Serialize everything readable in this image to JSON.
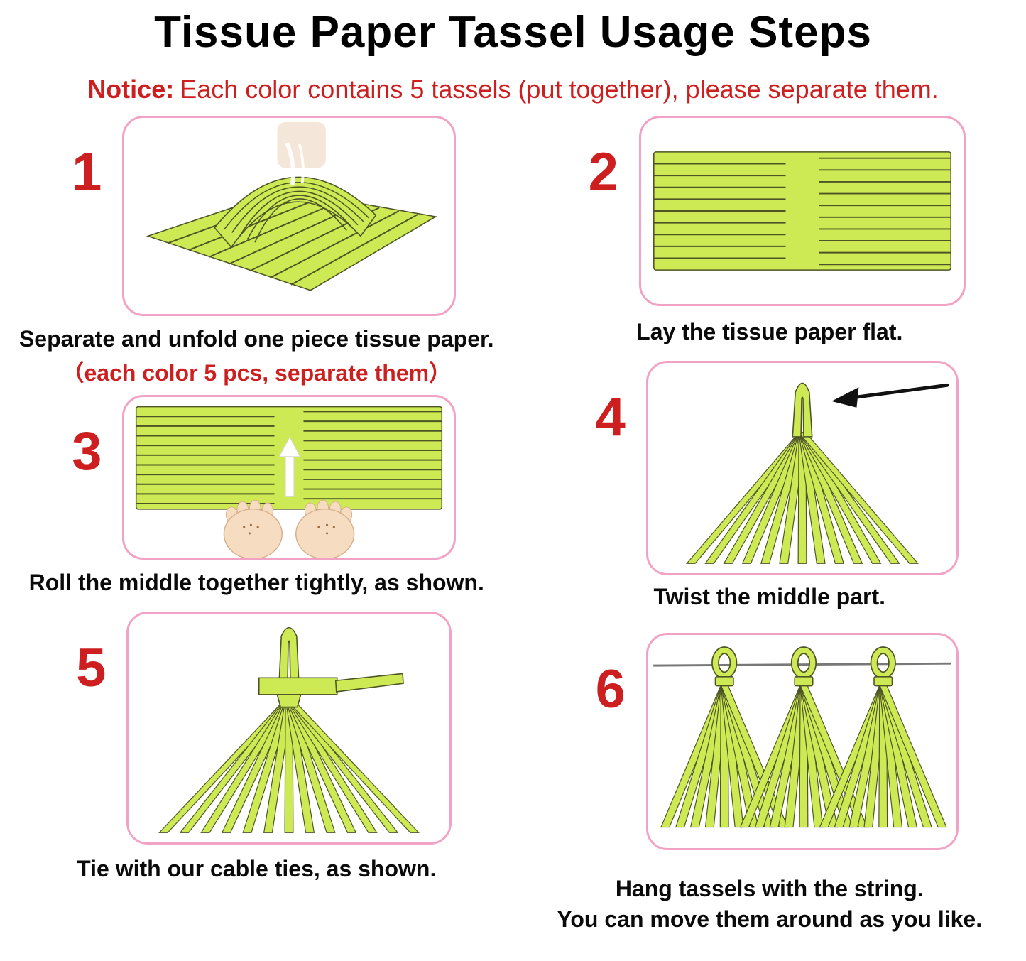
{
  "title": "Tissue Paper Tassel Usage Steps",
  "notice": {
    "label": "Notice:",
    "text": "Each color contains 5 tassels (put together), please separate them."
  },
  "steps": [
    {
      "number": "1",
      "caption": "Separate and unfold one piece tissue paper.",
      "subcaption": "（each color 5 pcs, separate them）"
    },
    {
      "number": "2",
      "caption": "Lay the tissue paper flat."
    },
    {
      "number": "3",
      "caption": "Roll the middle together tightly, as shown."
    },
    {
      "number": "4",
      "caption": "Twist the middle part."
    },
    {
      "number": "5",
      "caption": "Tie with our cable ties, as shown."
    },
    {
      "number": "6",
      "caption": "Hang tassels with the string.",
      "subcaption": "You can move them around as you like."
    }
  ],
  "colors": {
    "accent_red": "#cd1f1f",
    "box_border_pink": "#f2a2c4",
    "tassel_green": "#cdea55"
  }
}
